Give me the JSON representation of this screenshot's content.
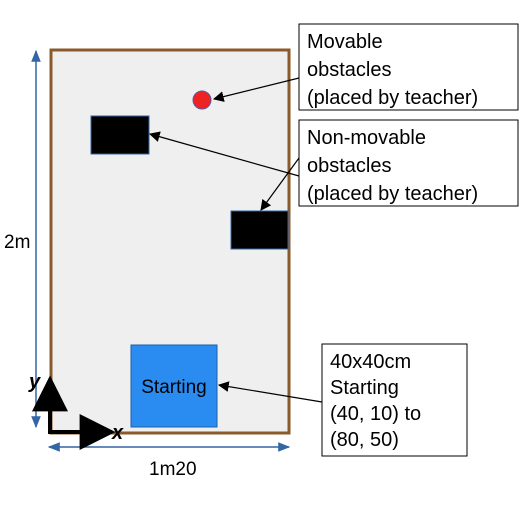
{
  "diagram": {
    "dimensions": {
      "height_label": "2m",
      "width_label": "1m20"
    },
    "axes": {
      "x_label": "x",
      "y_label": "y"
    },
    "zones": {
      "start_label": "Starting"
    },
    "callouts": {
      "movable": [
        "Movable",
        "obstacles",
        "(placed by teacher)"
      ],
      "non_movable": [
        "Non-movable",
        "obstacles",
        "(placed by teacher)"
      ],
      "start": [
        "40x40cm",
        "Starting",
        "(40, 10) to",
        "(80, 50)"
      ]
    },
    "colors": {
      "field_fill": "#efefef",
      "field_border": "#8b5a2b",
      "dimension_arrow": "#3465a4",
      "start_zone": "#2a8cf0",
      "movable_obstacle": "#ee2222",
      "fixed_obstacle": "#000000"
    }
  }
}
